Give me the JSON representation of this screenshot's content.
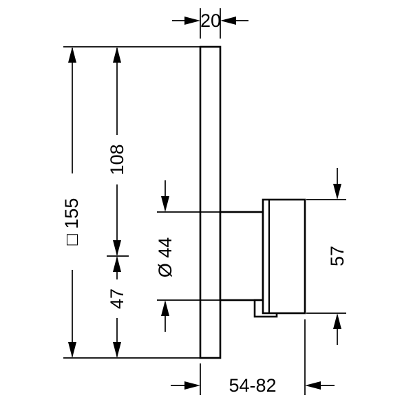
{
  "dims": {
    "top_width": "20",
    "overall_height": "□ 155",
    "upper_height": "108",
    "lower_height": "47",
    "valve_diameter": "Ø 44",
    "handle_height": "57",
    "projection": "54-82"
  },
  "colors": {
    "background": "#ffffff",
    "line": "#000000",
    "text": "#000000"
  }
}
